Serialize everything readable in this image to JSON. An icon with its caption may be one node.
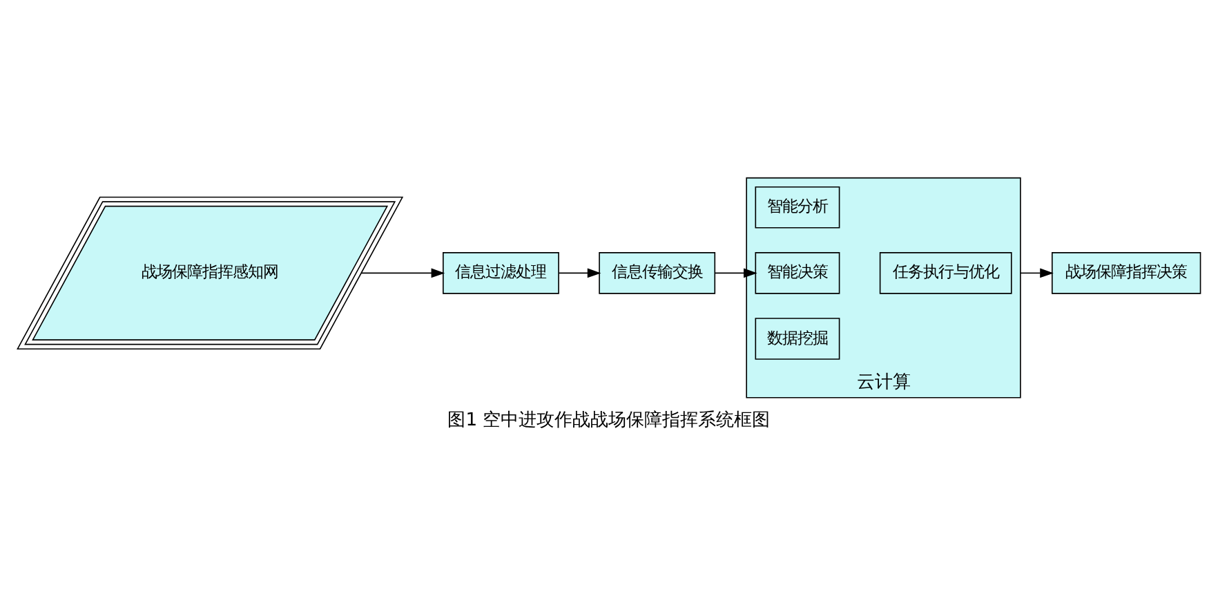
{
  "diagram": {
    "caption": "图1 空中进攻作战战场保障指挥系统框图",
    "nodes": [
      {
        "text": [
          "战场保障指挥感知网"
        ]
      },
      {
        "text": [
          "信息过滤处理"
        ]
      },
      {
        "text": [
          "信息传输交换"
        ]
      },
      {
        "text": [
          "云计算"
        ]
      },
      {
        "text": [
          "数据挖掘"
        ],
        "in": 3
      },
      {
        "text": [
          "智能决策"
        ],
        "in": 3
      },
      {
        "text": [
          "智能分析"
        ],
        "in": 3
      },
      {
        "text": [
          "任务执行与优化"
        ],
        "in": 3
      },
      {
        "text": [
          "战场保障指挥决策"
        ]
      }
    ],
    "edges": [
      {
        "from": 0,
        "to": 1,
        "arrow": "to"
      },
      {
        "from": 1,
        "to": 2,
        "arrow": "to"
      },
      {
        "from": 2,
        "to": 5,
        "arrow": "to"
      },
      {
        "from": 3,
        "to": 8,
        "arrow": "to"
      }
    ]
  }
}
